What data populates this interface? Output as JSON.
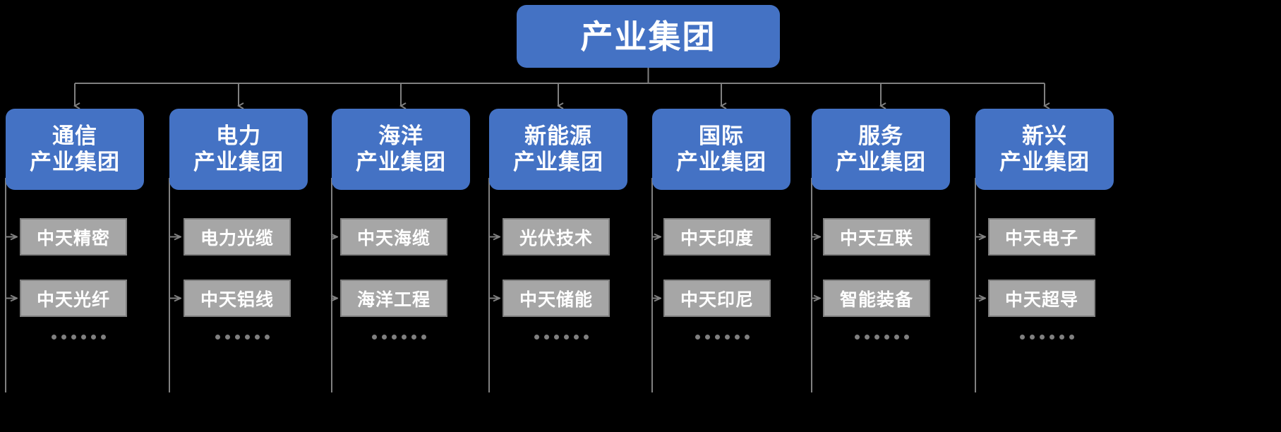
{
  "diagram": {
    "type": "org-chart",
    "background_color": "#000000",
    "node_color": "#4472c4",
    "leaf_color": "#a6a6a6",
    "leaf_border_color": "#7f7f7f",
    "connector_color": "#808080",
    "text_color": "#ffffff",
    "root": {
      "label": "产业集团"
    },
    "divisions": [
      {
        "line1": "通信",
        "line2": "产业集团",
        "children": [
          "中天精密",
          "中天光纤"
        ],
        "more": "……"
      },
      {
        "line1": "电力",
        "line2": "产业集团",
        "children": [
          "电力光缆",
          "中天铝线"
        ],
        "more": "……"
      },
      {
        "line1": "海洋",
        "line2": "产业集团",
        "children": [
          "中天海缆",
          "海洋工程"
        ],
        "more": "……"
      },
      {
        "line1": "新能源",
        "line2": "产业集团",
        "children": [
          "光伏技术",
          "中天储能"
        ],
        "more": "……"
      },
      {
        "line1": "国际",
        "line2": "产业集团",
        "children": [
          "中天印度",
          "中天印尼"
        ],
        "more": "……"
      },
      {
        "line1": "服务",
        "line2": "产业集团",
        "children": [
          "中天互联",
          "智能装备"
        ],
        "more": "……"
      },
      {
        "line1": "新兴",
        "line2": "产业集团",
        "children": [
          "中天电子",
          "中天超导"
        ],
        "more": "……"
      }
    ]
  }
}
